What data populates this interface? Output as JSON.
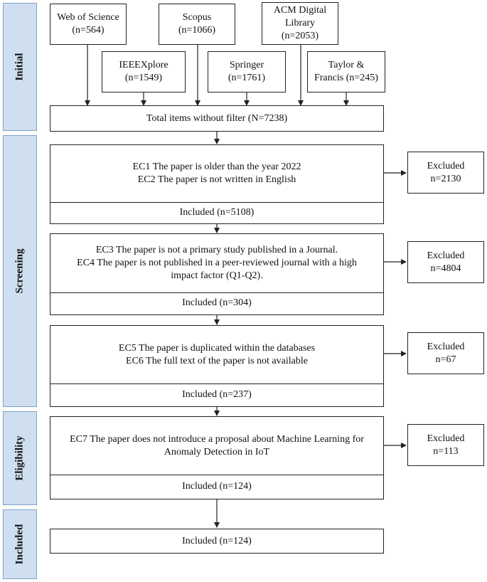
{
  "phases": {
    "initial": "Initial",
    "screening": "Screening",
    "eligibility": "Eligibility",
    "included": "Included"
  },
  "sources": {
    "wos": [
      "Web of Science",
      "(n=564)"
    ],
    "scopus": [
      "Scopus",
      "(n=1066)"
    ],
    "acm": [
      "ACM Digital",
      "Library",
      "(n=2053)"
    ],
    "ieee": [
      "IEEEXplore",
      "(n=1549)"
    ],
    "springer": [
      "Springer",
      "(n=1761)"
    ],
    "tf": [
      "Taylor &",
      "Francis (n=245)"
    ]
  },
  "total": "Total items without filter (N=7238)",
  "stage1": {
    "criteria": [
      "EC1   The paper is older than the year 2022",
      "EC2   The paper is not written in English"
    ],
    "included": "Included (n=5108)",
    "excluded": [
      "Excluded",
      "n=2130"
    ]
  },
  "stage2": {
    "criteria": [
      "EC3   The paper is not a primary study published in a Journal.",
      "EC4   The paper is not published in a peer-reviewed journal with a high",
      "impact factor (Q1-Q2)."
    ],
    "included": "Included (n=304)",
    "excluded": [
      "Excluded",
      "n=4804"
    ]
  },
  "stage3": {
    "criteria": [
      "EC5   The paper is duplicated within the databases",
      "EC6   The full text of the paper is not available"
    ],
    "included": "Included (n=237)",
    "excluded": [
      "Excluded",
      "n=67"
    ]
  },
  "stage4": {
    "criteria": [
      "EC7   The paper does not introduce a proposal about Machine Learning for",
      "Anomaly Detection in IoT"
    ],
    "included": "Included (n=124)",
    "excluded": [
      "Excluded",
      "n=113"
    ]
  },
  "final": "Included (n=124)",
  "colors": {
    "phase_fill": "#cfdff0",
    "phase_border": "#7f9fc7",
    "line": "#222222"
  }
}
